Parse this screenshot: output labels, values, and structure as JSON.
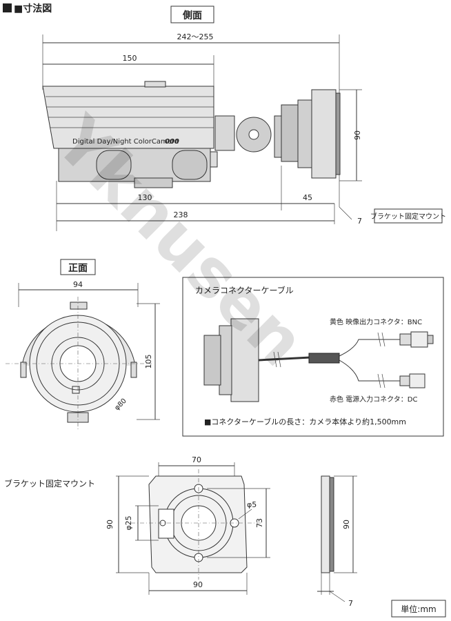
{
  "title": "■寸法図",
  "sections": {
    "side": "側面",
    "front": "正面",
    "bracket_mount_title": "ブラケット固定マウント"
  },
  "side_view": {
    "overall": "242～255",
    "body_length": "150",
    "height": "90",
    "lens_length": "130",
    "mount_depth": "45",
    "total": "238",
    "mount_thickness": "7",
    "mount_label": "ブラケット固定マウント",
    "camera_text": "Digital Day/Night ColorCamera",
    "camera_logo": "000"
  },
  "front_view": {
    "width": "94",
    "height": "105",
    "diameter": "φ80"
  },
  "cable_box": {
    "title": "カメラコネクターケーブル",
    "video_label": "黄色 映像出力コネクタ：BNC",
    "power_label": "赤色 電源入力コネクタ：DC",
    "length_note": "■コネクターケーブルの長さ：カメラ本体より約1,500mm"
  },
  "bracket_view": {
    "width_top": "70",
    "width_bottom": "90",
    "height_left": "90",
    "hole_dia": "φ25",
    "screw_dia": "φ5",
    "hole_spacing": "73",
    "side_height": "90",
    "side_thickness": "7"
  },
  "unit": "単位:mm",
  "watermark": "Yknusen"
}
